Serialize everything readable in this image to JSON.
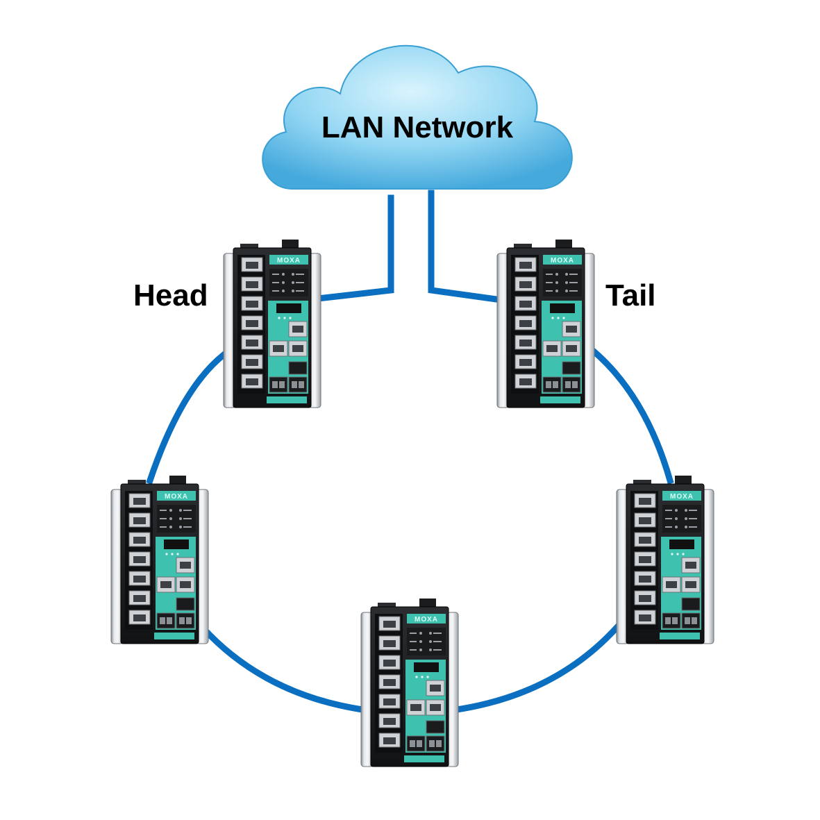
{
  "cloud": {
    "label": "LAN Network"
  },
  "labels": {
    "head": "Head",
    "tail": "Tail"
  },
  "devices": [
    {
      "role": "head",
      "brand": "MOXA"
    },
    {
      "role": "tail",
      "brand": "MOXA"
    },
    {
      "role": "ring-left",
      "brand": "MOXA"
    },
    {
      "role": "ring-right",
      "brand": "MOXA"
    },
    {
      "role": "ring-bottom",
      "brand": "MOXA"
    }
  ],
  "colors": {
    "cable": "#0a6fc0",
    "accent": "#3fc1b0",
    "cloud_top": "#c6ecfb",
    "cloud_bottom": "#4fb6e6"
  }
}
